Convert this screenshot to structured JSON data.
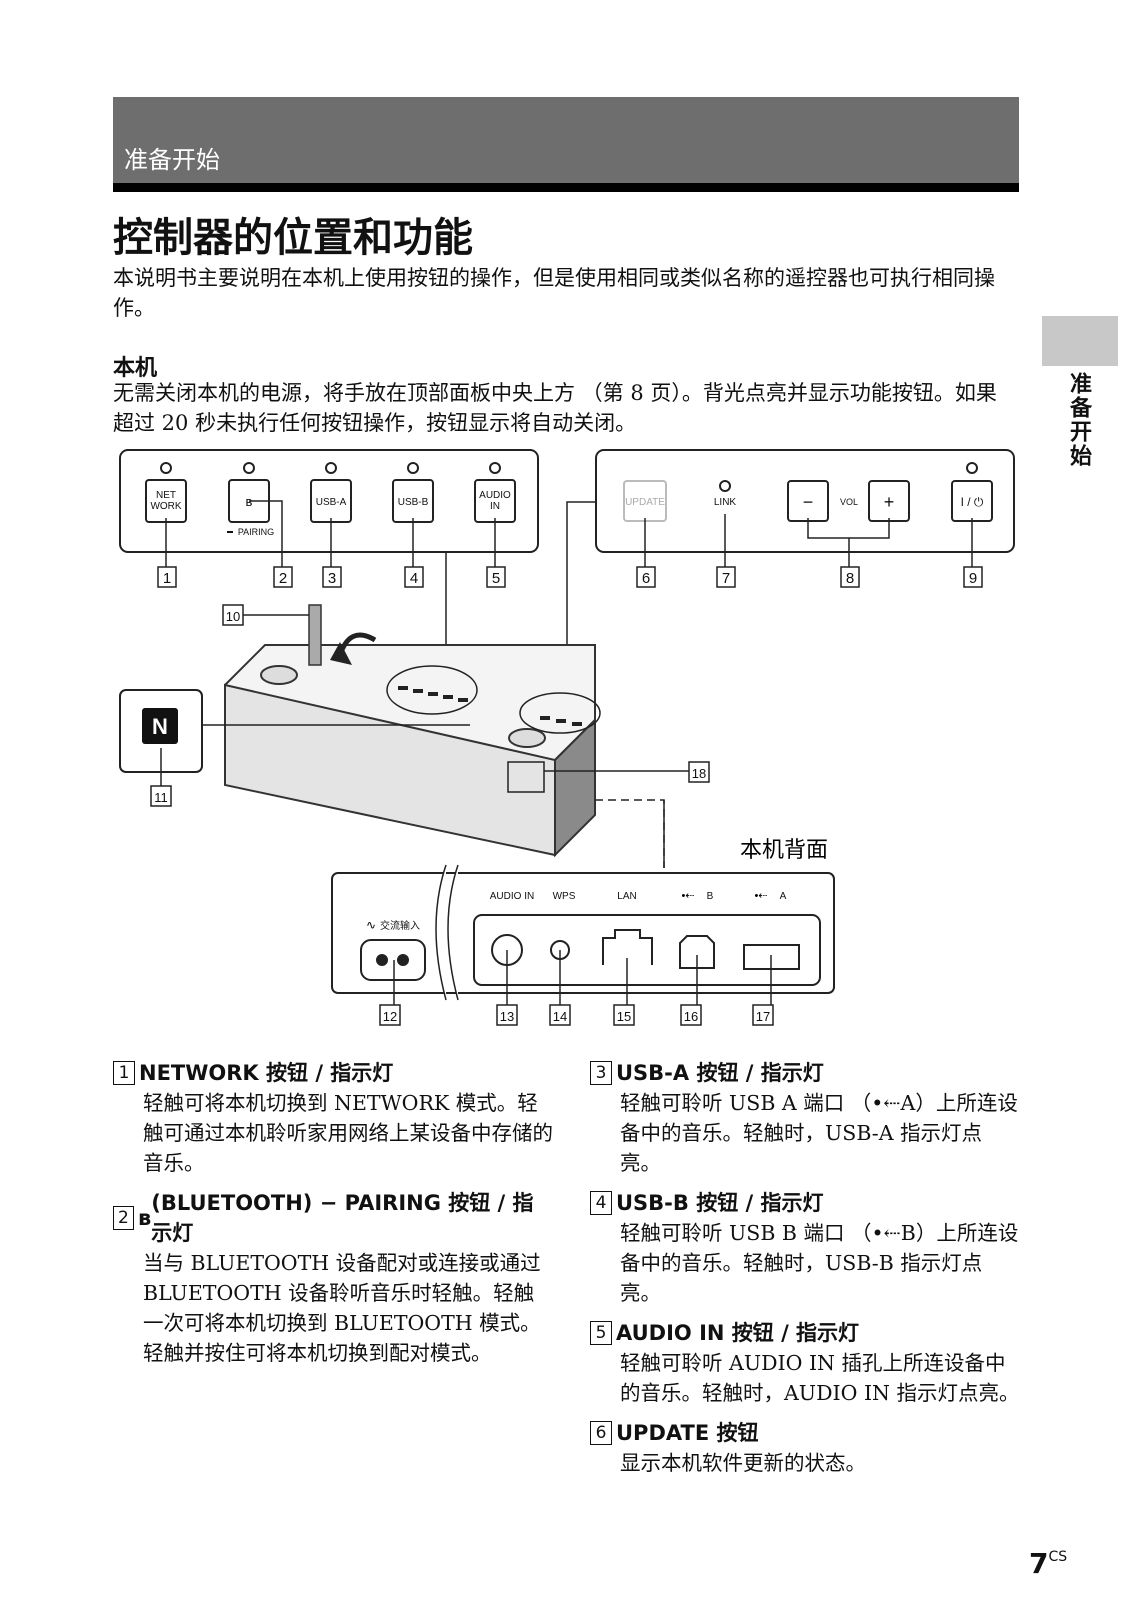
{
  "header": {
    "section": "准备开始",
    "side_tab": "准备开始"
  },
  "title": "控制器的位置和功能",
  "intro": "本说明书主要说明在本机上使用按钮的操作，但是使用相同或类似名称的遥控器也可执行相同操作。",
  "unit": {
    "heading": "本机",
    "text": "无需关闭本机的电源，将手放在顶部面板中央上方 （第 8 页）。背光点亮并显示功能按钮。如果超过 20 秒未执行任何按钮操作，按钮显示将自动关闭。"
  },
  "diagram": {
    "left_panel": {
      "btn_network_1": "NET",
      "btn_network_2": "WORK",
      "btn_bt_label": "PAIRING",
      "btn_usba": "USB-A",
      "btn_usbb": "USB-B",
      "btn_audio_1": "AUDIO",
      "btn_audio_2": "IN"
    },
    "right_panel": {
      "update": "UPDATE",
      "link": "LINK",
      "vol": "VOL",
      "minus": "−",
      "plus": "+",
      "power": "I / ⏻"
    },
    "back_label": "本机背面",
    "back_panel": {
      "ac_in": "交流输入",
      "audio_in": "AUDIO IN",
      "wps": "WPS",
      "lan": "LAN",
      "usb_b": "B",
      "usb_a": "A"
    },
    "callouts": {
      "n1": "1",
      "n2": "2",
      "n3": "3",
      "n4": "4",
      "n5": "5",
      "n6": "6",
      "n7": "7",
      "n8": "8",
      "n9": "9",
      "n10": "10",
      "n11": "11",
      "n12": "12",
      "n13": "13",
      "n14": "14",
      "n15": "15",
      "n16": "16",
      "n17": "17",
      "n18": "18"
    }
  },
  "items_left": [
    {
      "num": "1",
      "title": "NETWORK 按钮 / 指示灯",
      "body": "轻触可将本机切换到 NETWORK 模式。轻触可通过本机聆听家用网络上某设备中存储的音乐。"
    },
    {
      "num": "2",
      "title": "(BLUETOOTH) − PAIRING 按钮 / 指示灯",
      "body": "当与 BLUETOOTH 设备配对或连接或通过 BLUETOOTH 设备聆听音乐时轻触。轻触一次可将本机切换到 BLUETOOTH 模式。轻触并按住可将本机切换到配对模式。"
    }
  ],
  "items_right": [
    {
      "num": "3",
      "title": "USB-A 按钮 / 指示灯",
      "body": "轻触可聆听 USB A 端口 （•⇠A）上所连设备中的音乐。轻触时，USB-A 指示灯点亮。"
    },
    {
      "num": "4",
      "title": "USB-B 按钮 / 指示灯",
      "body": "轻触可聆听 USB B 端口 （•⇠B）上所连设备中的音乐。轻触时，USB-B 指示灯点亮。"
    },
    {
      "num": "5",
      "title": "AUDIO IN 按钮 / 指示灯",
      "body": "轻触可聆听 AUDIO IN 插孔上所连设备中的音乐。轻触时，AUDIO IN 指示灯点亮。"
    },
    {
      "num": "6",
      "title": "UPDATE 按钮",
      "body": "显示本机软件更新的状态。"
    }
  ],
  "page": {
    "number": "7",
    "suffix": "CS"
  }
}
